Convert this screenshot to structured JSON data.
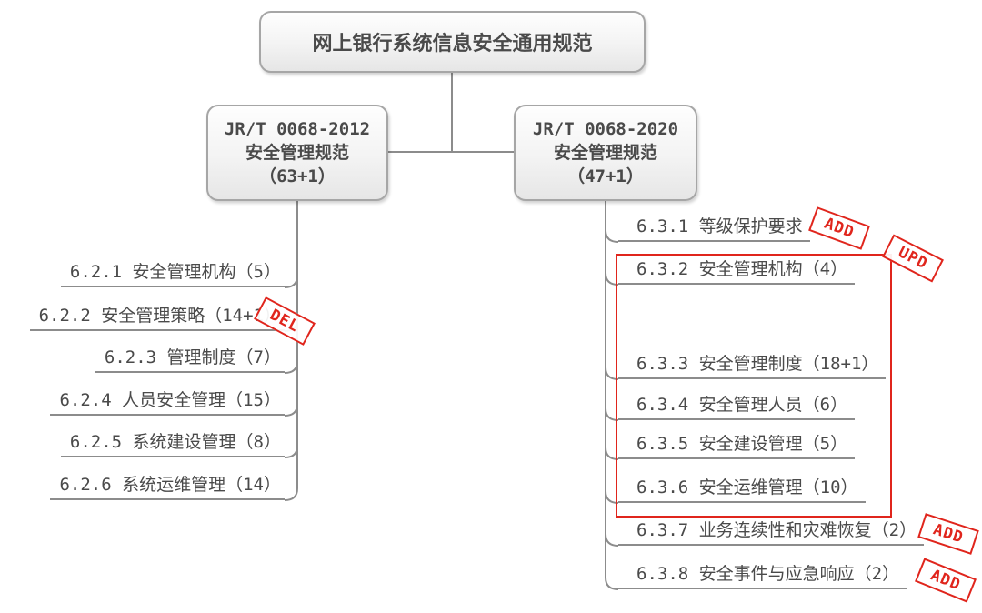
{
  "root": {
    "title": "网上银行系统信息安全通用规范"
  },
  "left": {
    "box": {
      "line1": "JR/T 0068-2012",
      "line2": "安全管理规范",
      "line3": "（63+1）"
    },
    "items": [
      {
        "label": "6.2.1 安全管理机构（5）"
      },
      {
        "label": "6.2.2 安全管理策略（14+1）",
        "stamp": "DEL"
      },
      {
        "label": "6.2.3 管理制度（7）"
      },
      {
        "label": "6.2.4 人员安全管理（15）"
      },
      {
        "label": "6.2.5 系统建设管理（8）"
      },
      {
        "label": "6.2.6 系统运维管理（14）"
      }
    ]
  },
  "right": {
    "box": {
      "line1": "JR/T 0068-2020",
      "line2": "安全管理规范",
      "line3": "（47+1）"
    },
    "items": [
      {
        "label": "6.3.1 等级保护要求",
        "stamp": "ADD"
      },
      {
        "label": "6.3.2 安全管理机构（4）"
      },
      {
        "label": "6.3.3 安全管理制度（18+1）"
      },
      {
        "label": "6.3.4 安全管理人员（6）"
      },
      {
        "label": "6.3.5 安全建设管理（5）"
      },
      {
        "label": "6.3.6 安全运维管理（10）"
      },
      {
        "label": "6.3.7 业务连续性和灾难恢复（2）",
        "stamp": "ADD"
      },
      {
        "label": "6.3.8 安全事件与应急响应（2）",
        "stamp": "ADD"
      }
    ],
    "group_stamp": "UPD"
  },
  "colors": {
    "stamp_red": "#e0251c",
    "line_gray": "#8c8c8c",
    "box_border_gray": "#a6a6a6",
    "text_gray": "#4a4a4a"
  }
}
